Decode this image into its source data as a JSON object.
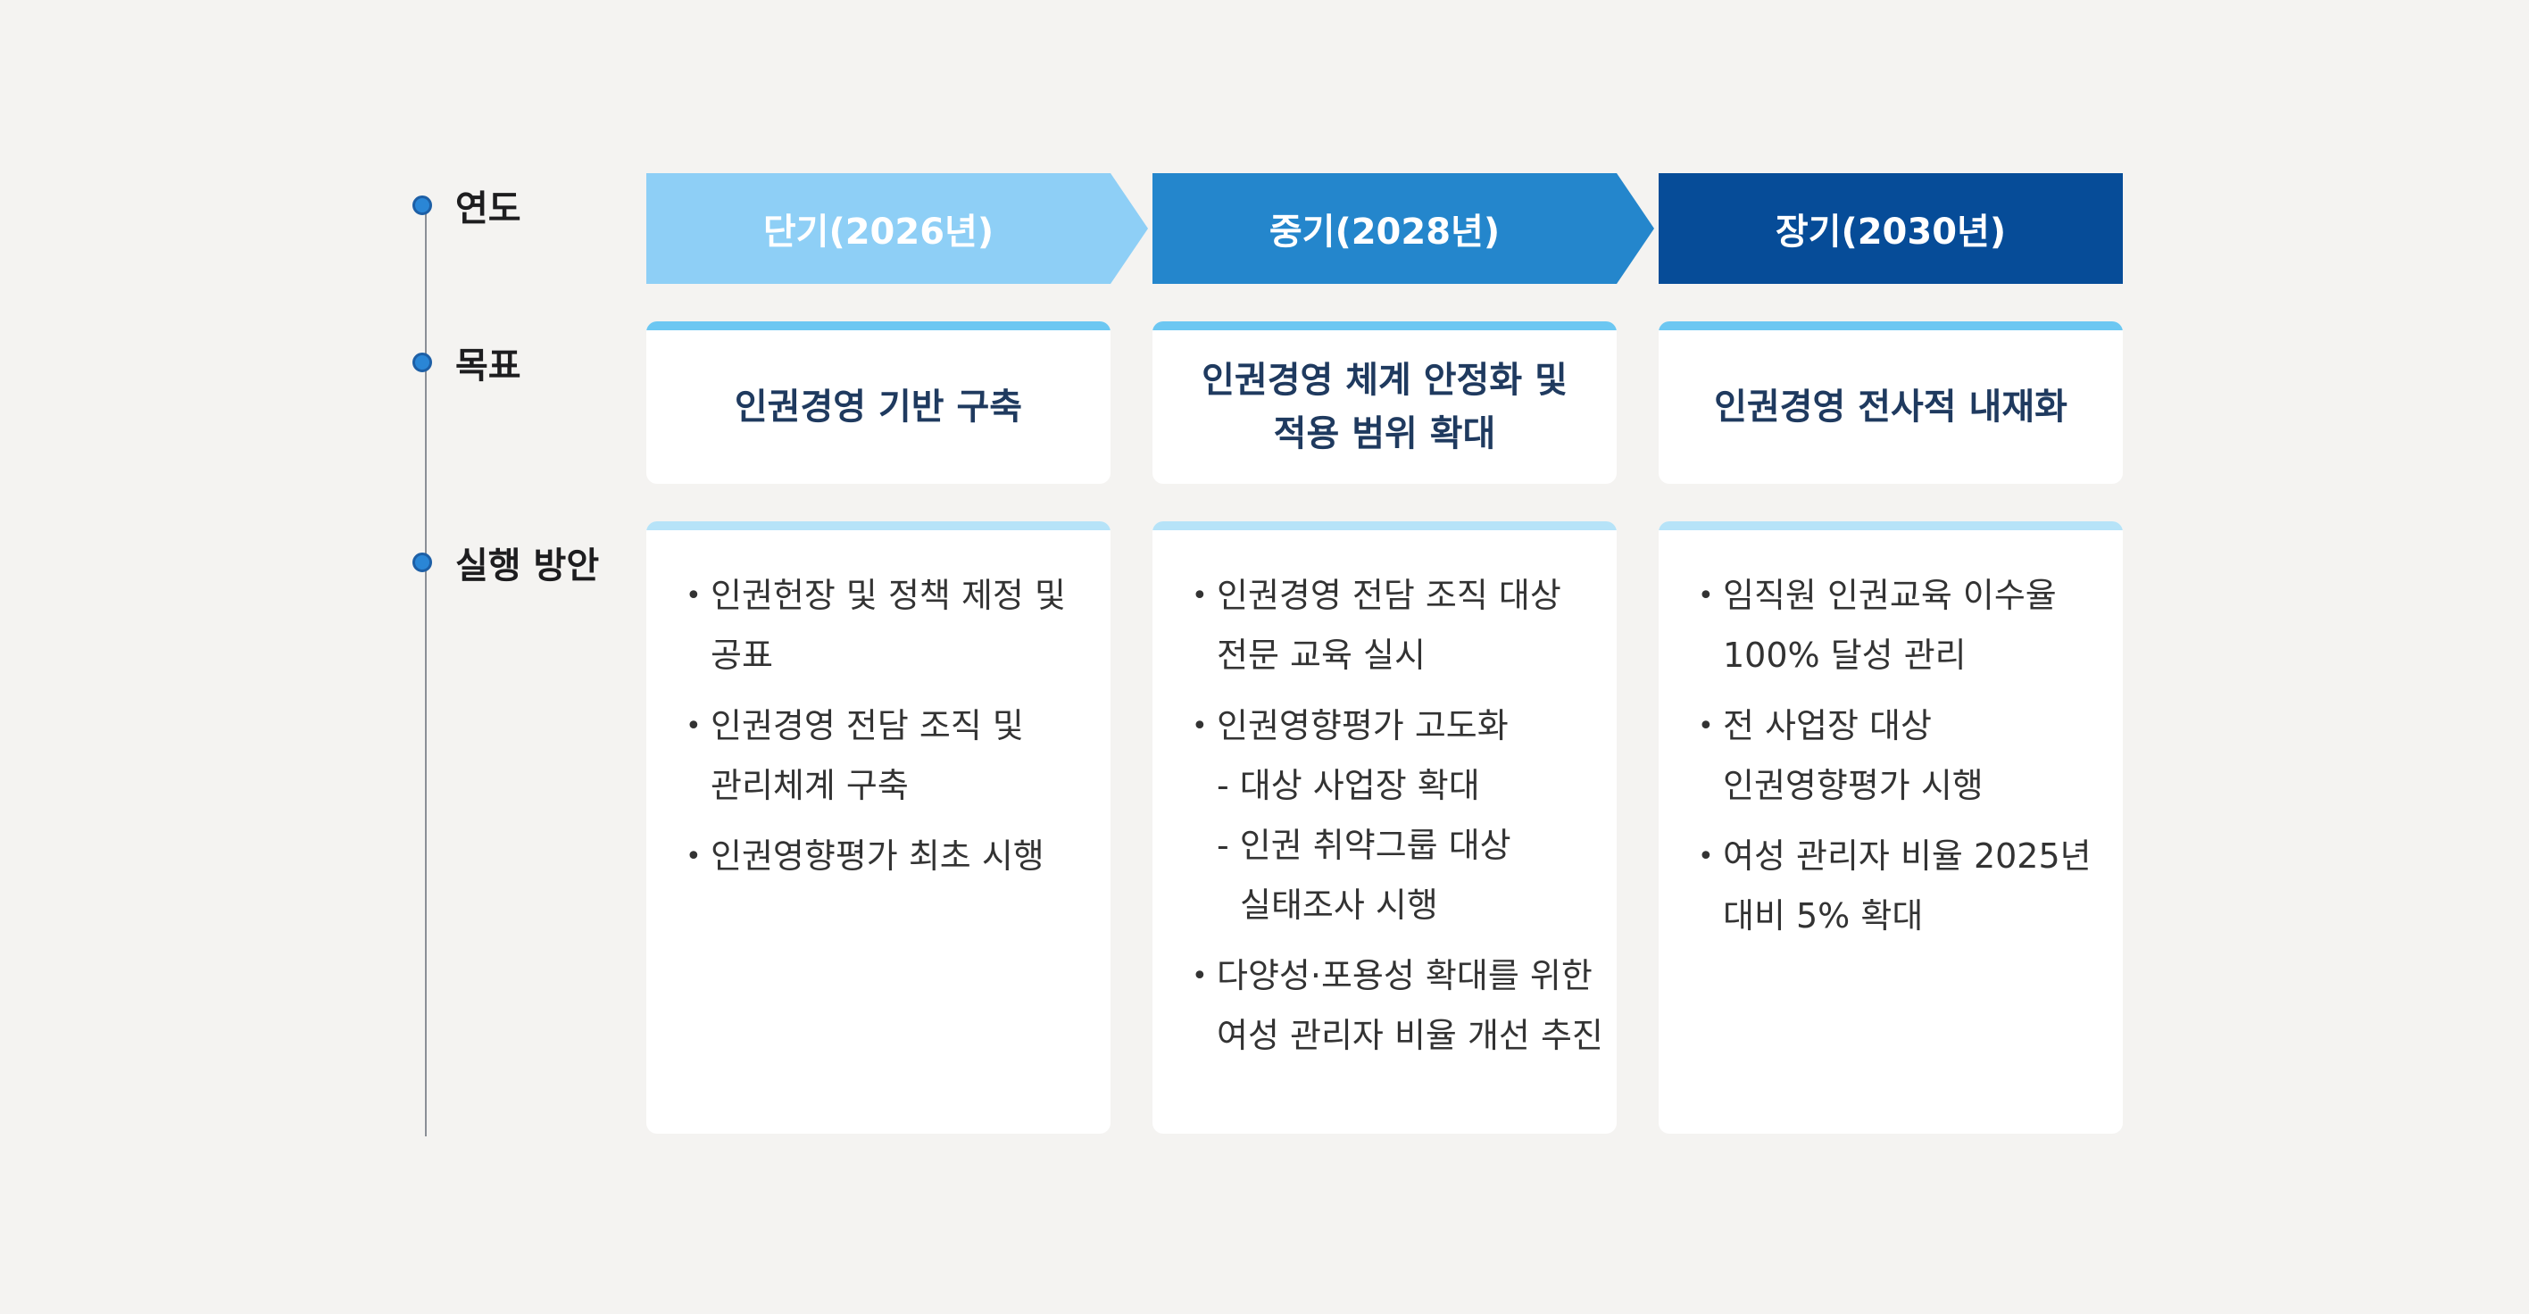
{
  "row_labels": {
    "year": "연도",
    "goal": "목표",
    "action": "실행 방안"
  },
  "phases": [
    {
      "year": "단기(2026년)",
      "color": "#8ecff6",
      "goal": [
        "인권경영 기반 구축"
      ],
      "actions": [
        [
          "인권헌장 및 정책 제정 및",
          "공표"
        ],
        [
          "인권경영 전담 조직 및",
          "관리체계 구축"
        ],
        [
          "인권영향평가 최초 시행"
        ]
      ]
    },
    {
      "year": "중기(2028년)",
      "color": "#2486cc",
      "goal": [
        "인권경영 체계 안정화 및",
        "적용 범위 확대"
      ],
      "actions": [
        [
          "인권경영 전담 조직 대상",
          "전문 교육 실시"
        ],
        [
          "인권영향평가 고도화",
          "- 대상 사업장 확대",
          "- 인권 취약그룹 대상",
          "   실태조사 시행"
        ],
        [
          "다양성·포용성 확대를 위한",
          "여성 관리자 비율 개선 추진"
        ]
      ]
    },
    {
      "year": "장기(2030년)",
      "color": "#064c98",
      "goal": [
        "인권경영 전사적 내재화"
      ],
      "actions": [
        [
          "임직원 인권교육 이수율",
          "100% 달성 관리"
        ],
        [
          "전 사업장 대상",
          "인권영향평가 시행"
        ],
        [
          "여성 관리자 비율 2025년",
          "대비 5% 확대"
        ]
      ]
    }
  ],
  "colors": {
    "goal_bar": "#6cc7f2",
    "action_bar": "#b6e3f8",
    "dot": "#2a86d6",
    "goal_text": "#1f3a5f"
  }
}
